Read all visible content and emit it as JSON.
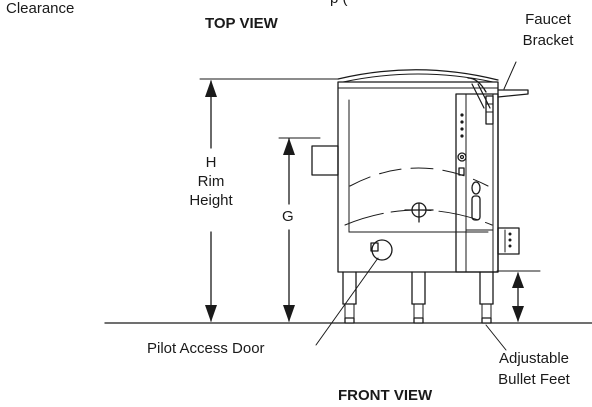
{
  "labels": {
    "clearance": "Clearance",
    "top_view_partial": "p (",
    "top_view": "TOP VIEW",
    "faucet_bracket_line1": "Faucet",
    "faucet_bracket_line2": "Bracket",
    "dim_h": "H",
    "rim_line1": "Rim",
    "rim_line2": "Height",
    "dim_g": "G",
    "pilot_access_door": "Pilot Access Door",
    "adjustable_line1": "Adjustable",
    "adjustable_line2": "Bullet Feet",
    "front_view": "FRONT VIEW"
  }
}
